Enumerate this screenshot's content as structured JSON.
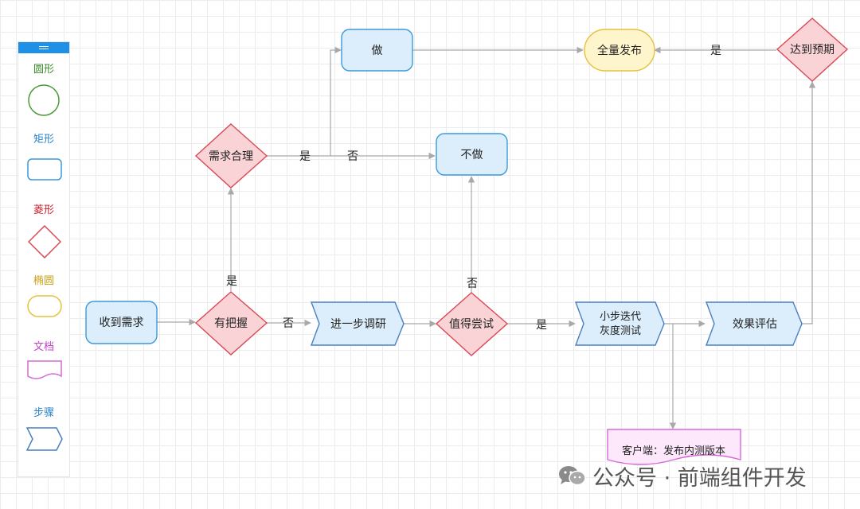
{
  "palette": {
    "items": [
      {
        "label": "圆形",
        "color": "#3b8a2a"
      },
      {
        "label": "矩形",
        "color": "#2a83c8"
      },
      {
        "label": "菱形",
        "color": "#c81e2a"
      },
      {
        "label": "椭圆",
        "color": "#c9a21a"
      },
      {
        "label": "文档",
        "color": "#c444c8"
      },
      {
        "label": "步骤",
        "color": "#2a83c8"
      }
    ]
  },
  "nodes": {
    "receive": "收到需求",
    "confident": "有把握",
    "reasonable": "需求合理",
    "do": "做",
    "not_do": "不做",
    "release": "全量发布",
    "expected": "达到预期",
    "research": "进一步调研",
    "worth_try": "值得尝试",
    "iterate_line1": "小步迭代",
    "iterate_line2": "灰度测试",
    "evaluate": "效果评估",
    "client_doc": "客户端：发布内测版本"
  },
  "edge_labels": {
    "confident_yes": "是",
    "confident_no": "否",
    "reasonable_yes": "是",
    "reasonable_no": "否",
    "worth_yes": "是",
    "worth_no": "否",
    "expected_yes": "是"
  },
  "watermark": {
    "text": "公众号 · 前端组件开发"
  },
  "colors": {
    "rect_fill": "#dceefb",
    "rect_stroke": "#3a9ad9",
    "diamond_fill": "#f9d3d6",
    "diamond_stroke": "#d84a55",
    "ellipse_fill": "#fff5cc",
    "ellipse_stroke": "#e4c23c",
    "doc_fill": "#fde7fb",
    "doc_stroke": "#d66ad6",
    "step_fill": "#dceefb",
    "step_stroke": "#4a7fc1",
    "edge": "#a9a9a9"
  }
}
